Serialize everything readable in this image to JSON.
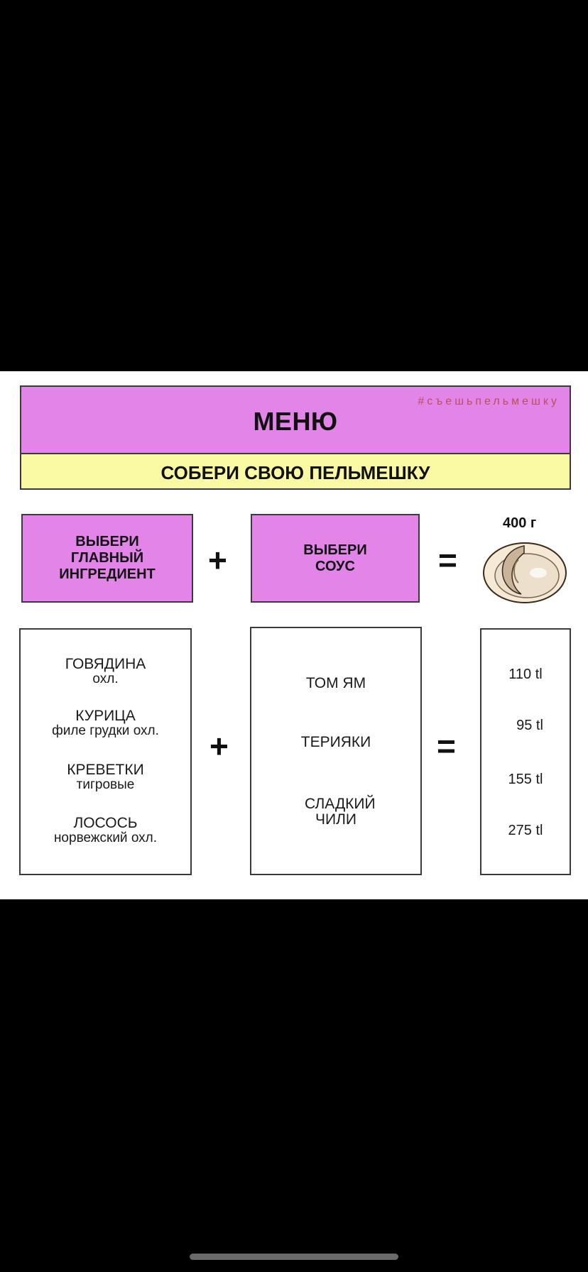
{
  "header": {
    "title": "МЕНЮ",
    "hashtag": "#съешьпельмешку",
    "subtitle": "СОБЕРИ СВОЮ ПЕЛЬМЕШКУ"
  },
  "steps": {
    "ingredient_label": "ВЫБЕРИ ГЛАВНЫЙ ИНГРЕДИЕНТ",
    "sauce_label": "ВЫБЕРИ СОУС",
    "plus": "+",
    "equals": "=",
    "weight": "400 г"
  },
  "ingredients": [
    {
      "name": "ГОВЯДИНА",
      "detail": "охл."
    },
    {
      "name": "КУРИЦА",
      "detail": "филе грудки охл."
    },
    {
      "name": "КРЕВЕТКИ",
      "detail": "тигровые"
    },
    {
      "name": "ЛОСОСЬ",
      "detail": "норвежский охл."
    }
  ],
  "sauces": [
    "ТОМ ЯМ",
    "ТЕРИЯКИ",
    "СЛАДКИЙ ЧИЛИ"
  ],
  "prices": [
    "110 tl",
    "95 tl",
    "155 tl",
    "275 tl"
  ],
  "icons": {
    "dumpling": "dumpling-icon"
  },
  "colors": {
    "pink": "#e385e8",
    "yellow": "#fbfaa4",
    "hashtag": "#b8505a"
  }
}
